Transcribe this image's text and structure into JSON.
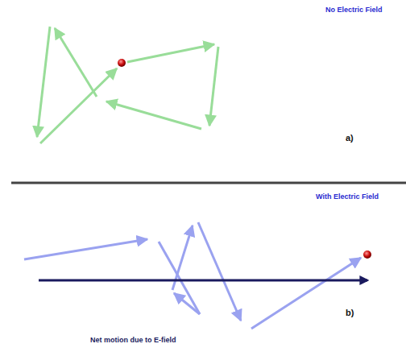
{
  "diagram": {
    "labels": [
      "No Electric Field",
      "a)",
      "With Electric Field",
      "b)",
      "Net motion due to E-field"
    ]
  }
}
